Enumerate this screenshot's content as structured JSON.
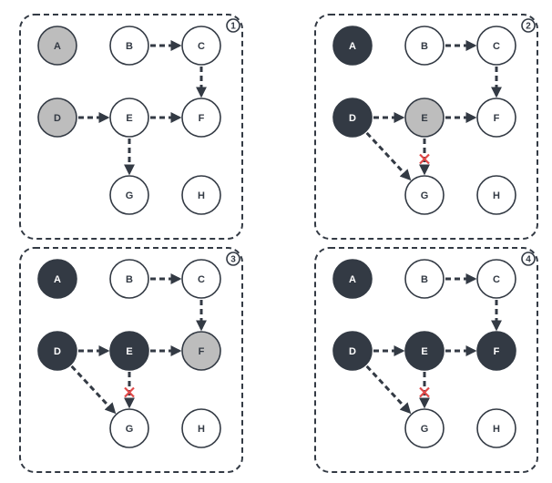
{
  "colors": {
    "white": "#ffffff",
    "gray": "#bdbdbd",
    "dark": "#333a44",
    "stroke": "#333a44",
    "cross": "#e04848"
  },
  "node_ids": [
    "A",
    "B",
    "C",
    "D",
    "E",
    "F",
    "G",
    "H"
  ],
  "panels": [
    {
      "step": "1",
      "nodes": {
        "A": "gray",
        "B": "white",
        "C": "white",
        "D": "gray",
        "E": "white",
        "F": "white",
        "G": "white",
        "H": "white"
      },
      "edges": [
        [
          "B",
          "C"
        ],
        [
          "C",
          "F"
        ],
        [
          "D",
          "E"
        ],
        [
          "E",
          "F"
        ],
        [
          "E",
          "G"
        ]
      ],
      "blocked_edges": []
    },
    {
      "step": "2",
      "nodes": {
        "A": "dark",
        "B": "white",
        "C": "white",
        "D": "dark",
        "E": "gray",
        "F": "white",
        "G": "white",
        "H": "white"
      },
      "edges": [
        [
          "B",
          "C"
        ],
        [
          "C",
          "F"
        ],
        [
          "D",
          "E"
        ],
        [
          "E",
          "F"
        ],
        [
          "E",
          "G"
        ],
        [
          "D",
          "G"
        ]
      ],
      "blocked_edges": [
        [
          "E",
          "G"
        ]
      ]
    },
    {
      "step": "3",
      "nodes": {
        "A": "dark",
        "B": "white",
        "C": "white",
        "D": "dark",
        "E": "dark",
        "F": "gray",
        "G": "white",
        "H": "white"
      },
      "edges": [
        [
          "B",
          "C"
        ],
        [
          "C",
          "F"
        ],
        [
          "D",
          "E"
        ],
        [
          "E",
          "F"
        ],
        [
          "E",
          "G"
        ],
        [
          "D",
          "G"
        ]
      ],
      "blocked_edges": [
        [
          "E",
          "G"
        ]
      ]
    },
    {
      "step": "4",
      "nodes": {
        "A": "dark",
        "B": "white",
        "C": "white",
        "D": "dark",
        "E": "dark",
        "F": "dark",
        "G": "white",
        "H": "white"
      },
      "edges": [
        [
          "B",
          "C"
        ],
        [
          "C",
          "F"
        ],
        [
          "D",
          "E"
        ],
        [
          "E",
          "F"
        ],
        [
          "E",
          "G"
        ],
        [
          "D",
          "G"
        ]
      ],
      "blocked_edges": [
        [
          "E",
          "G"
        ]
      ]
    }
  ]
}
